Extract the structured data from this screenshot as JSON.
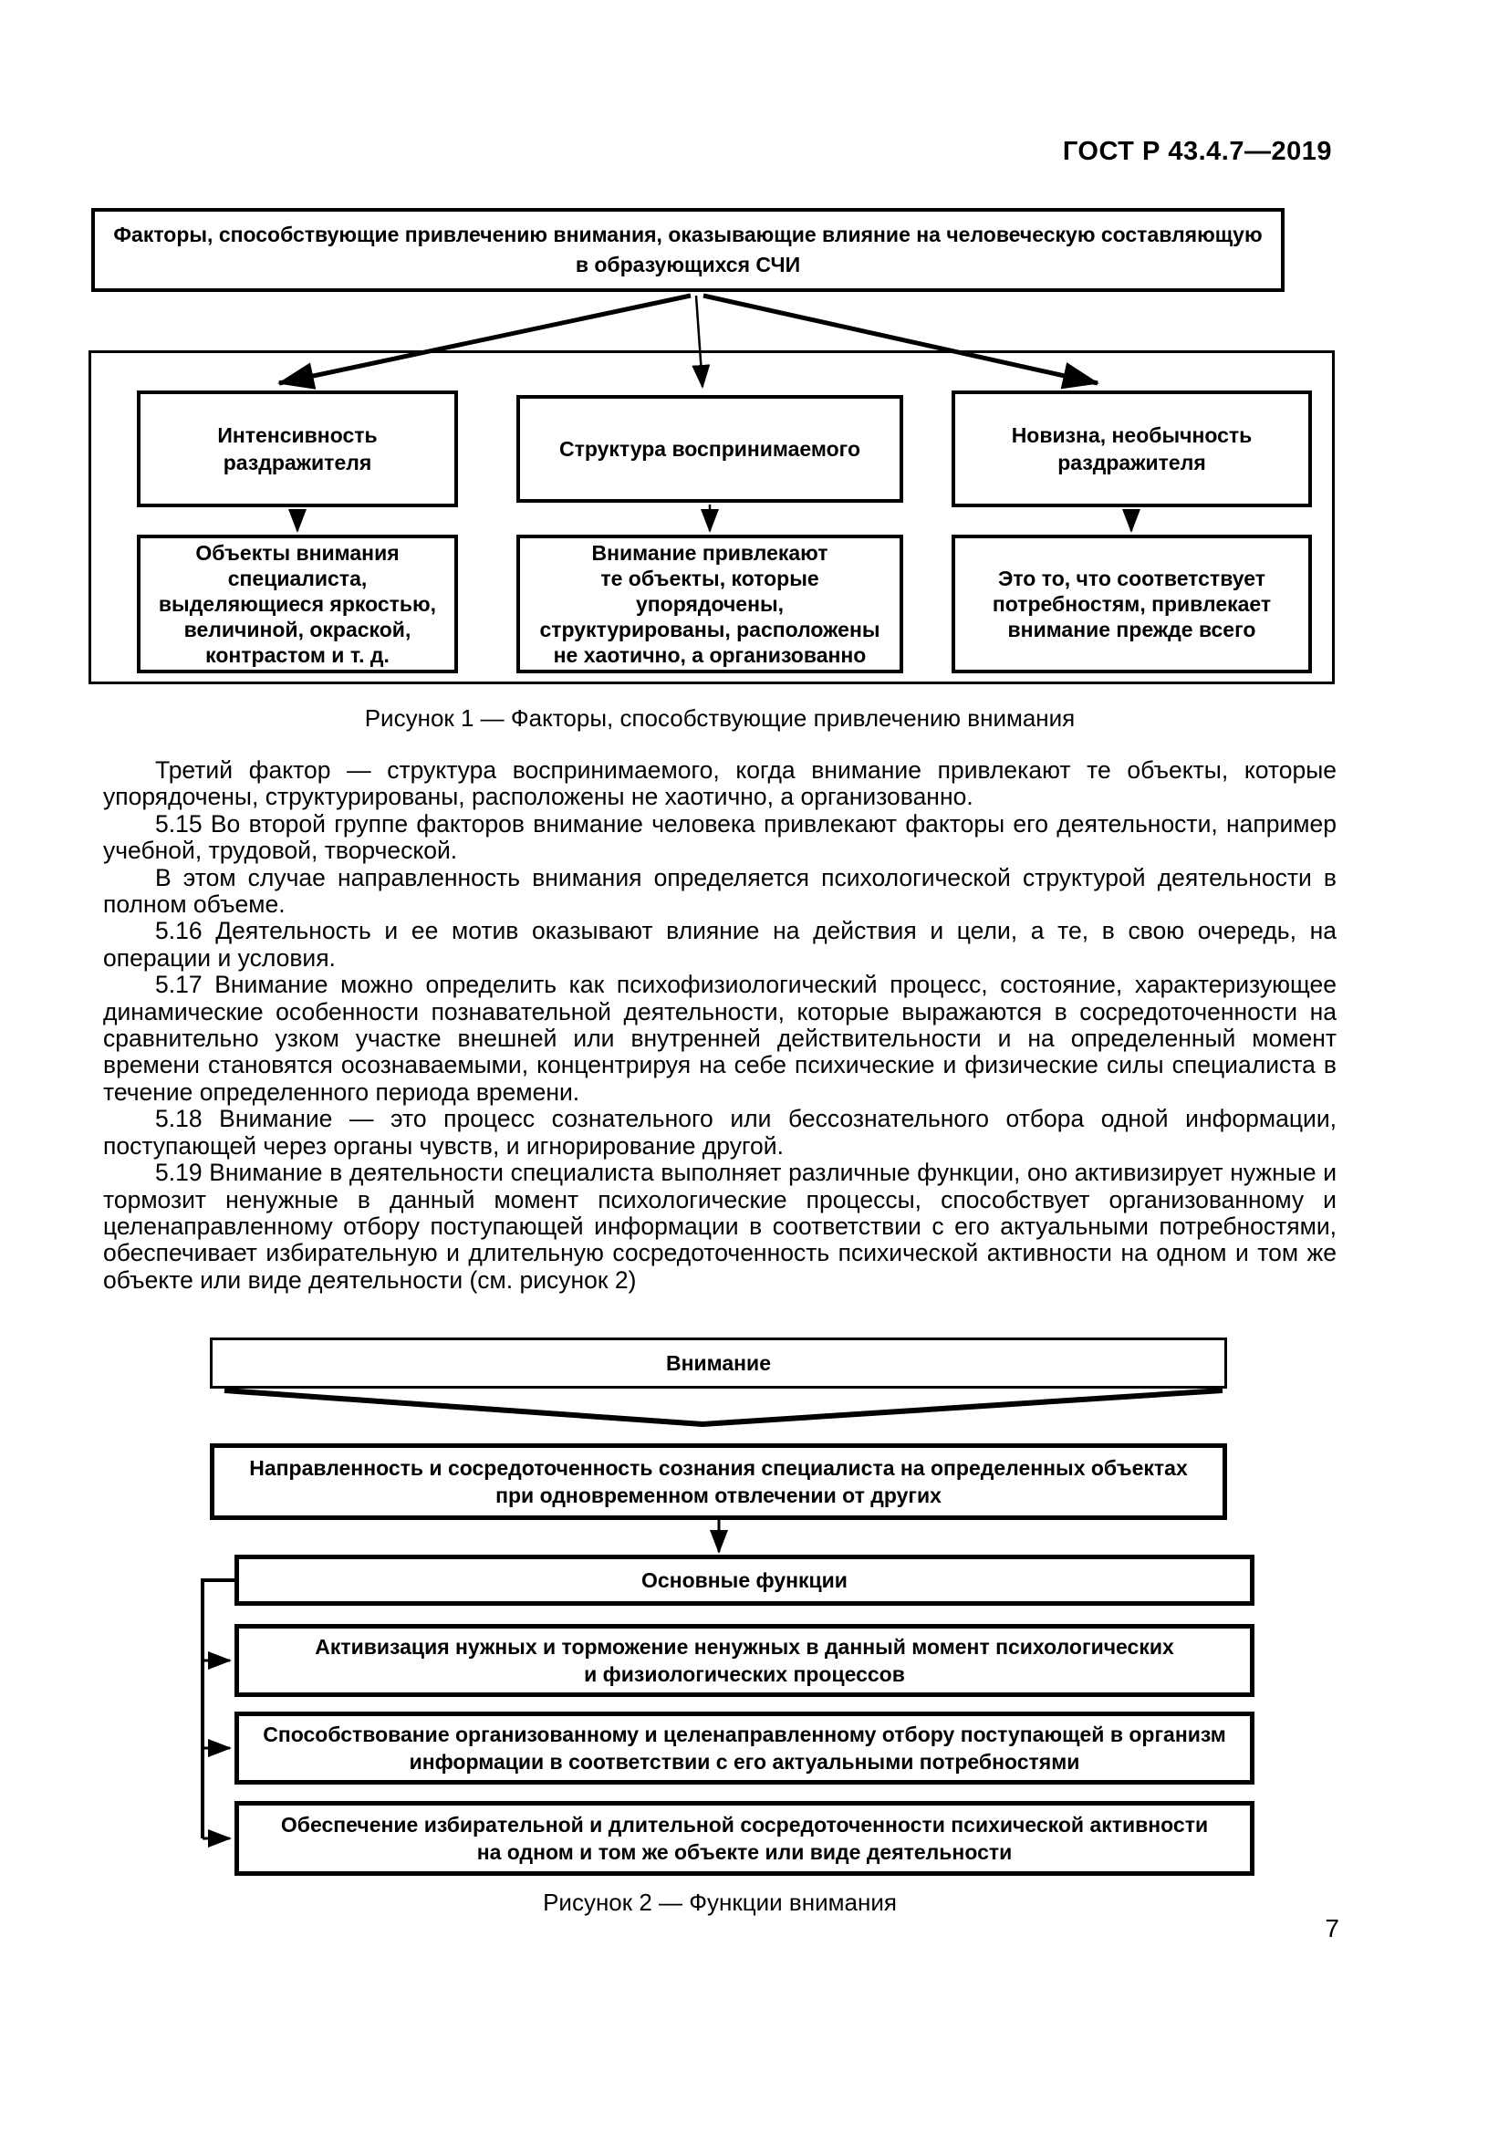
{
  "page": {
    "header": "ГОСТ Р 43.4.7—2019",
    "page_number": "7"
  },
  "figure1": {
    "root_box": "Факторы, способствующие привлечению внимания, оказывающие влияние на человеческую составляющую\nв образующихся СЧИ",
    "factor_boxes": [
      {
        "title": "Интенсивность\nраздражителя",
        "detail": "Объекты внимания\nспециалиста,\nвыделяющиеся яркостью,\nвеличиной, окраской,\nконтрастом и т. д."
      },
      {
        "title": "Структура воспринимаемого",
        "detail": "Внимание привлекают\nте объекты, которые упорядочены,\nструктурированы, расположены\nне хаотично, а организованно"
      },
      {
        "title": "Новизна, необычность\nраздражителя",
        "detail": "Это то, что соответствует\nпотребностям, привлекает\nвнимание прежде всего"
      }
    ],
    "caption": "Рисунок 1 — Факторы, способствующие привлечению внимания"
  },
  "body": {
    "paragraphs": [
      "Третий фактор — структура воспринимаемого, когда внимание привлекают те объекты, которые упорядочены, структурированы, расположены не хаотично, а организованно.",
      "5.15 Во второй группе факторов внимание человека привлекают факторы его деятельности, например учебной, трудовой, творческой.",
      "В этом случае направленность внимания определяется психологической структурой деятельности в полном объеме.",
      "5.16 Деятельность и ее мотив оказывают влияние на действия и цели, а те, в свою очередь, на операции и условия.",
      "5.17 Внимание можно определить как психофизиологический процесс, состояние, характеризующее динамические особенности познавательной деятельности, которые выражаются в сосредоточенности на сравнительно узком участке внешней или внутренней действительности и на определенный момент времени становятся осознаваемыми, концентрируя на себе психические и физические силы специалиста в течение определенного периода времени.",
      "5.18 Внимание — это процесс сознательного или бессознательного отбора одной информации, поступающей через органы чувств, и игнорирование другой.",
      "5.19 Внимание в деятельности специалиста выполняет различные функции, оно активизирует нужные и тормозит ненужные в данный момент психологические процессы, способствует организованному и целенаправленному отбору поступающей информации в соответствии с его актуальными потребностями, обеспечивает избирательную и длительную сосредоточенность психической активности на одном и том же объекте или виде деятельности (см. рисунок 2)"
    ]
  },
  "figure2": {
    "attention_box": "Внимание",
    "definition_box": "Направленность и сосредоточенность сознания специалиста на определенных объектах\nпри одновременном отвлечении от других",
    "functions_header_box": "Основные функции",
    "function_boxes": [
      "Активизация нужных и торможение ненужных в данный момент психологических\nи физиологических процессов",
      "Способствование организованному и целенаправленному отбору поступающей в организм\nинформации в соответствии с его актуальными потребностями",
      "Обеспечение избирательной и длительной сосредоточенности психической активности\nна одном и том же объекте или виде деятельности"
    ],
    "caption": "Рисунок 2 — Функции внимания"
  }
}
